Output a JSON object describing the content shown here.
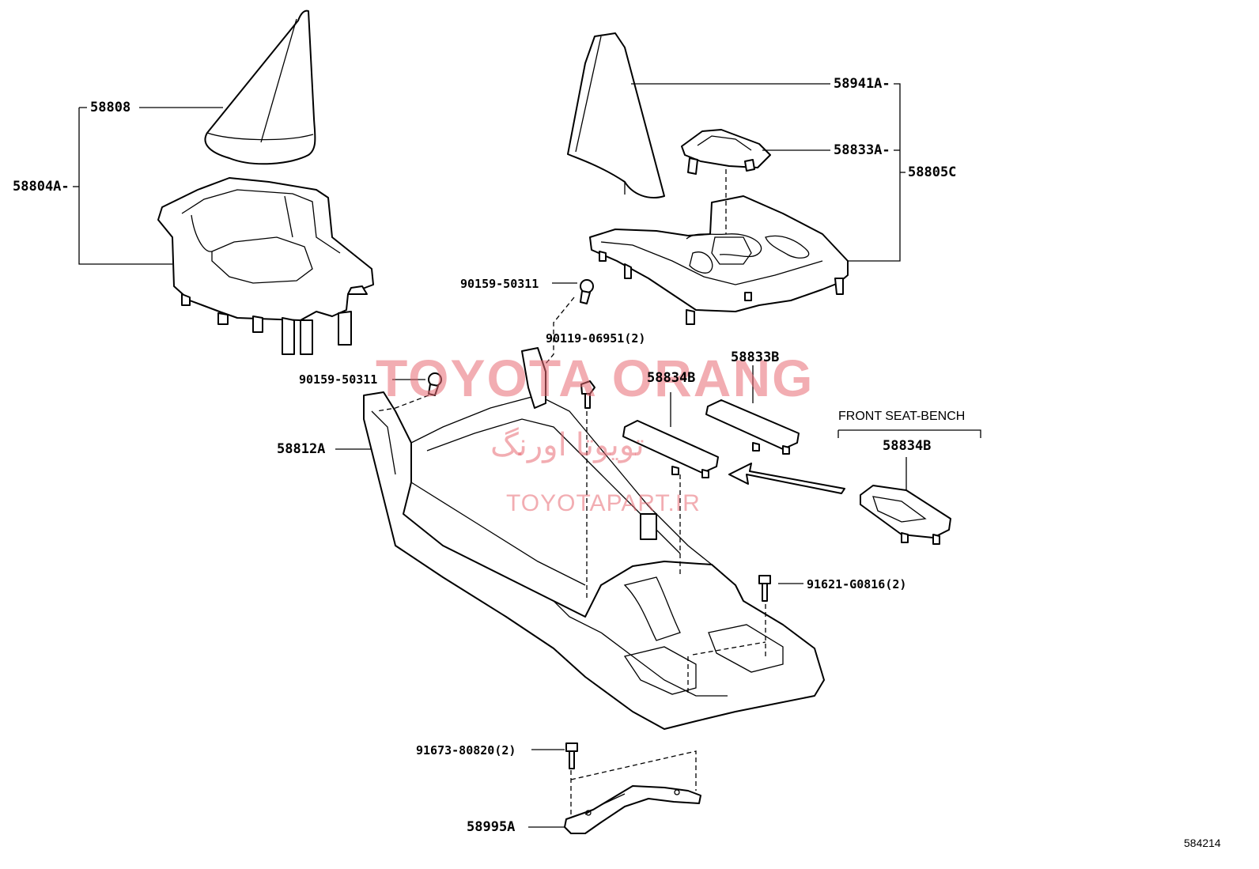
{
  "parts": {
    "p58808": "58808",
    "p58804A": "58804A-",
    "p58941A": "58941A-",
    "p58833A": "58833A-",
    "p58805C": "58805C",
    "p90159_top": "90159-50311",
    "p90119": "90119-06951(2)",
    "p90159_mid": "90159-50311",
    "p58833B": "58833B",
    "p58834B": "58834B",
    "p58812A": "58812A",
    "p58834B_right": "58834B",
    "p91621": "91621-G0816(2)",
    "p91673": "91673-80820(2)",
    "p58995A": "58995A"
  },
  "notes": {
    "front_seat_bench": "FRONT SEAT-BENCH"
  },
  "watermark": {
    "main": "TOYOTA ORANG",
    "persian": "تویوتا اورنگ",
    "site": "TOYOTAPART.IR"
  },
  "diagram_code": "584214",
  "colors": {
    "line": "#000000",
    "background": "#ffffff",
    "watermark": "#e86973"
  }
}
